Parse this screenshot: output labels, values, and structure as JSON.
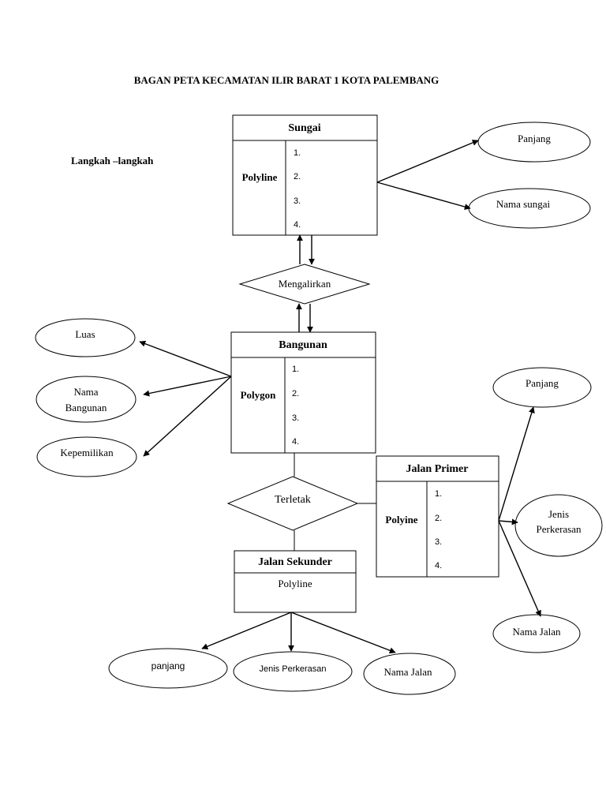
{
  "title": "BAGAN PETA KECAMATAN ILIR BARAT 1 KOTA PALEMBANG",
  "subtitle": "Langkah –langkah",
  "entities": {
    "sungai": {
      "name": "Sungai",
      "type": "Polyline",
      "items": [
        "1.",
        "2.",
        "3.",
        "4."
      ]
    },
    "bangunan": {
      "name": "Bangunan",
      "type": "Polygon",
      "items": [
        "1.",
        "2.",
        "3.",
        "4."
      ]
    },
    "jalan_primer": {
      "name": "Jalan Primer",
      "type": "Polyine",
      "items": [
        "1.",
        "2.",
        "3.",
        "4."
      ]
    },
    "jalan_sekunder": {
      "name": "Jalan Sekunder",
      "type": "Polyline"
    }
  },
  "relations": {
    "mengalirkan": "Mengalirkan",
    "terletak": "Terletak"
  },
  "attributes": {
    "sungai_panjang": "Panjang",
    "sungai_nama": "Nama sungai",
    "bangunan_luas": "Luas",
    "bangunan_nama_1": "Nama",
    "bangunan_nama_2": "Bangunan",
    "bangunan_kepemilikan": "Kepemilikan",
    "primer_panjang": "Panjang",
    "primer_jenis_1": "Jenis",
    "primer_jenis_2": "Perkerasan",
    "primer_nama": "Nama Jalan",
    "sekunder_panjang": "panjang",
    "sekunder_jenis": "Jenis Perkerasan",
    "sekunder_nama": "Nama Jalan"
  }
}
